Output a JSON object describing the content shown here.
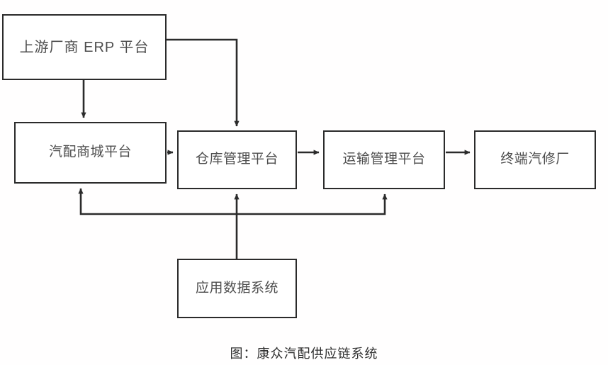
{
  "diagram": {
    "type": "flowchart",
    "background_color": "#fffefe",
    "line_color": "#2b2b2b",
    "box_border_color": "#2b2b2b",
    "text_color": "#4d4d4d",
    "nodes": [
      {
        "id": "erp",
        "label": "上游厂商 ERP 平台"
      },
      {
        "id": "mall",
        "label": "汽配商城平台"
      },
      {
        "id": "warehouse",
        "label": "仓库管理平台"
      },
      {
        "id": "transport",
        "label": "运输管理平台"
      },
      {
        "id": "terminal",
        "label": "终端汽修厂"
      },
      {
        "id": "appdata",
        "label": "应用数据系统"
      }
    ],
    "edges": [
      {
        "from": "erp",
        "to": "mall",
        "style": "elbow-down"
      },
      {
        "from": "erp",
        "to": "warehouse",
        "style": "elbow-right-down"
      },
      {
        "from": "mall",
        "to": "warehouse",
        "style": "straight-right"
      },
      {
        "from": "warehouse",
        "to": "transport",
        "style": "straight-right"
      },
      {
        "from": "transport",
        "to": "terminal",
        "style": "straight-right"
      },
      {
        "from": "appdata",
        "to": "warehouse",
        "style": "straight-up"
      },
      {
        "from": "appdata",
        "to": "mall",
        "style": "bus-left-up"
      },
      {
        "from": "appdata",
        "to": "transport",
        "style": "bus-right-up"
      }
    ]
  },
  "caption": {
    "text": "图：康众汽配供应链系统"
  }
}
